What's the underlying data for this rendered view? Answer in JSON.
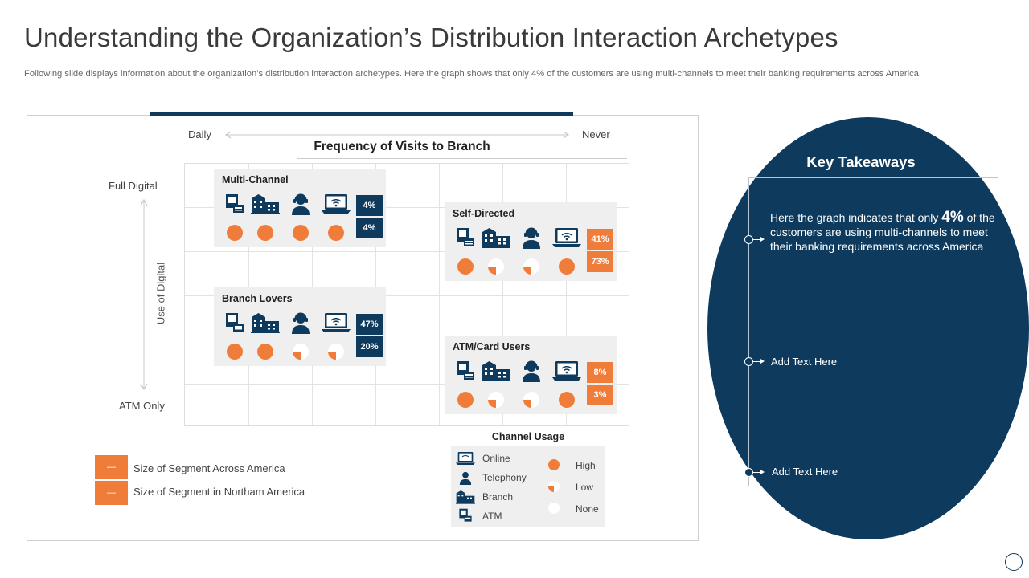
{
  "header": {
    "title": "Understanding the Organization’s Distribution Interaction Archetypes",
    "subtitle": "Following slide displays information about the organization’s distribution interaction archetypes. Here the graph shows that only 4% of the customers are using multi-channels to meet their banking requirements across America."
  },
  "diagram": {
    "chart_title": "Frequency of Visits to Branch",
    "x_left": "Daily",
    "x_right": "Never",
    "y_top": "Full Digital",
    "y_bottom": "ATM Only",
    "y_axis_label": "Use of Digital",
    "icon_names": [
      "atm-icon",
      "branch-icon",
      "telephony-icon",
      "online-icon"
    ],
    "usage_levels": {
      "high": 1.0,
      "low": 0.25,
      "none": 0.0
    },
    "segments": [
      {
        "name": "Multi-Channel",
        "usage": [
          "high",
          "high",
          "high",
          "high"
        ],
        "america": "4%",
        "northam": "4%",
        "badge_color": "#0e3a5d"
      },
      {
        "name": "Self-Directed",
        "usage": [
          "high",
          "low",
          "low",
          "high"
        ],
        "america": "41%",
        "northam": "73%",
        "badge_color": "#f07c3a"
      },
      {
        "name": "Branch Lovers",
        "usage": [
          "high",
          "high",
          "low",
          "low"
        ],
        "america": "47%",
        "northam": "20%",
        "badge_color": "#0e3a5d"
      },
      {
        "name": "ATM/Card Users",
        "usage": [
          "high",
          "low",
          "low",
          "high"
        ],
        "america": "8%",
        "northam": "3%",
        "badge_color": "#f07c3a"
      }
    ]
  },
  "legend": {
    "box_symbol": "—",
    "items": [
      {
        "label": "Size of Segment Across America"
      },
      {
        "label": "Size of Segment in Northam America"
      }
    ]
  },
  "channel_usage": {
    "title": "Channel Usage",
    "channels": [
      {
        "label": "Online",
        "icon": "online-icon"
      },
      {
        "label": "Telephony",
        "icon": "telephony-icon"
      },
      {
        "label": "Branch",
        "icon": "branch-icon"
      },
      {
        "label": "ATM",
        "icon": "atm-icon"
      }
    ],
    "levels": [
      {
        "label": "High",
        "value": "high"
      },
      {
        "label": "Low",
        "value": "low"
      },
      {
        "label": "None",
        "value": "none"
      }
    ]
  },
  "takeaways": {
    "title": "Key Takeaways",
    "point1_pre": "Here the graph indicates that only ",
    "point1_highlight": "4%",
    "point1_post": " of the customers are using multi-channels to meet their banking requirements across America",
    "point2": "Add Text Here",
    "point3": "Add Text Here"
  },
  "colors": {
    "navy": "#0e3a5d",
    "orange": "#f07c3a",
    "panel_bg": "#efefef"
  }
}
